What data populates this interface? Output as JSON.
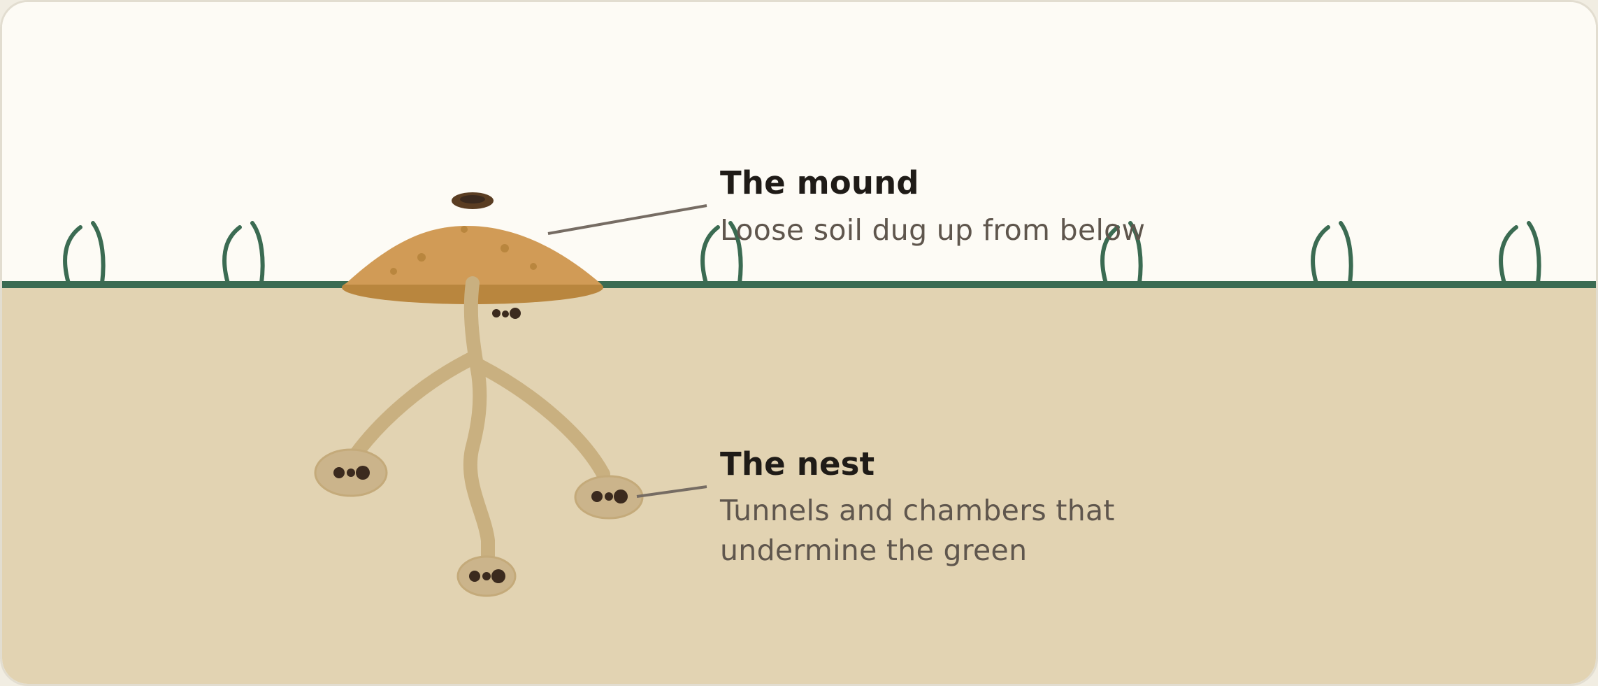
{
  "mound": {
    "title": "The mound",
    "description": "Loose soil dug up from below"
  },
  "nest": {
    "title": "The nest",
    "description_line1": "Tunnels and chambers that",
    "description_line2": "undermine the green"
  },
  "colors": {
    "sky": "#fdfbf5",
    "soil": "#e2d3b2",
    "grass": "#3b6b52",
    "mound": "#d19b56",
    "mound_shadow": "#b9863e",
    "tunnel": "#c9b080",
    "chamber": "#cbb48b",
    "ant": "#3b2a1e",
    "leader_line": "#766c63"
  }
}
